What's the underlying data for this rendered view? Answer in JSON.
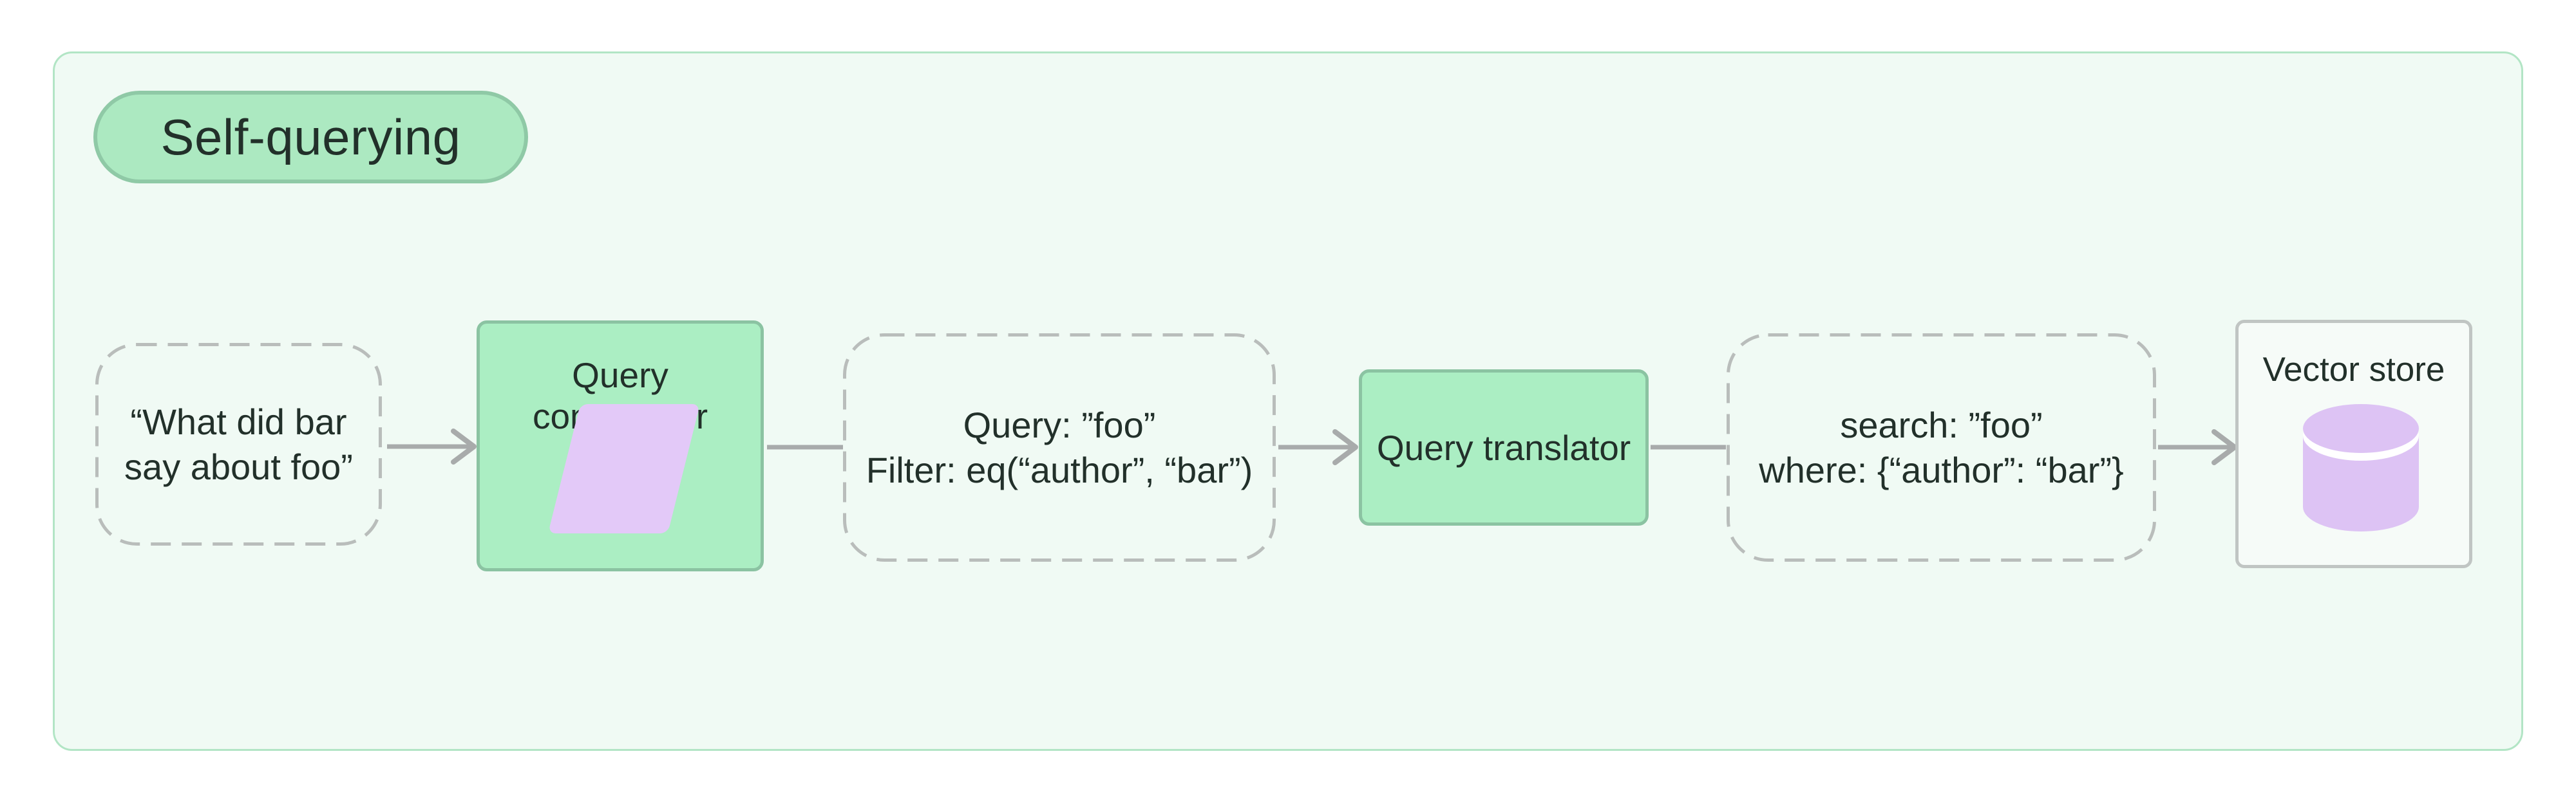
{
  "badge": {
    "label": "Self-querying"
  },
  "nodes": {
    "input": {
      "type": "dashed",
      "lines": [
        "“What did bar",
        "say about foo”"
      ]
    },
    "query_constructor": {
      "type": "solid",
      "label": "Query constructor",
      "icon": "parallelogram-icon"
    },
    "structured_query": {
      "type": "dashed",
      "lines": [
        "Query: ”foo”",
        "Filter: eq(“author”, “bar”)"
      ]
    },
    "query_translator": {
      "type": "solid",
      "label": "Query translator"
    },
    "translated_query": {
      "type": "dashed",
      "lines": [
        "search: ”foo”",
        "where: {“author”: “bar”}"
      ]
    },
    "vector_store": {
      "type": "outlined",
      "label": "Vector store",
      "icon": "database-icon"
    }
  },
  "edges": [
    {
      "from": "input",
      "to": "query_constructor",
      "arrow": true
    },
    {
      "from": "query_constructor",
      "to": "structured_query",
      "arrow": false
    },
    {
      "from": "structured_query",
      "to": "query_translator",
      "arrow": true
    },
    {
      "from": "query_translator",
      "to": "translated_query",
      "arrow": false
    },
    {
      "from": "translated_query",
      "to": "vector_store",
      "arrow": true
    }
  ],
  "colors": {
    "accent_green_fill": "#abeec3",
    "accent_green_border": "#8bc3a2",
    "canvas_tint": "#f0faf4",
    "lavender": "#e3c9f8",
    "connector_gray": "#a8abab",
    "dashed_border_gray": "#b9bdbb",
    "text": "#22302a"
  }
}
